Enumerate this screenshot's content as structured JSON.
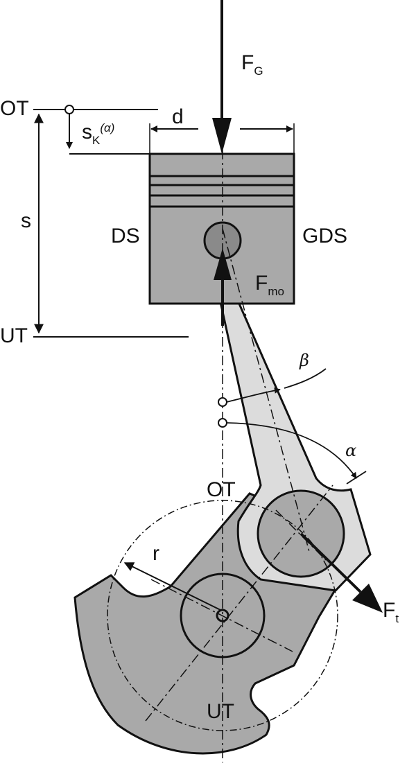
{
  "labels": {
    "force_gas": "F",
    "force_gas_sub": "G",
    "ot_top": "OT",
    "ut_top": "UT",
    "stroke": "s",
    "diameter": "d",
    "piston_stroke": "s",
    "piston_stroke_sub": "K",
    "piston_stroke_arg": "(α)",
    "ds": "DS",
    "gds": "GDS",
    "force_normal": "F",
    "force_normal_sub": "mo",
    "beta": "β",
    "alpha": "α",
    "ot_crank": "OT",
    "ut_crank": "UT",
    "radius": "r",
    "force_tangential": "F",
    "force_tangential_sub": "t"
  },
  "colors": {
    "part_fill": "#a9a9a9",
    "rod_fill": "#dcdcdc",
    "stroke": "#111111",
    "background": "#ffffff"
  }
}
